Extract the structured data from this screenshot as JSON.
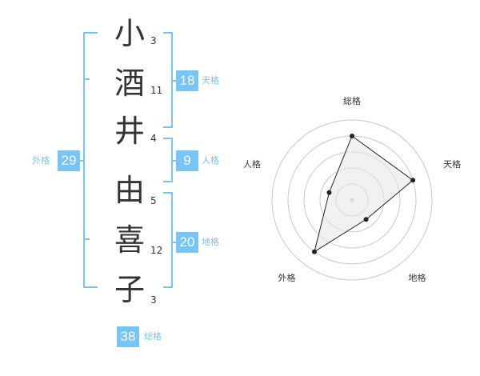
{
  "name": {
    "characters": [
      {
        "char": "小",
        "strokes": "3"
      },
      {
        "char": "酒",
        "strokes": "11"
      },
      {
        "char": "井",
        "strokes": "4"
      },
      {
        "char": "由",
        "strokes": "5"
      },
      {
        "char": "喜",
        "strokes": "12"
      },
      {
        "char": "子",
        "strokes": "3"
      }
    ]
  },
  "fortunes": {
    "tenkaku": {
      "value": "18",
      "label": "天格"
    },
    "jinkaku": {
      "value": "9",
      "label": "人格"
    },
    "chikaku": {
      "value": "20",
      "label": "地格"
    },
    "gaikaku": {
      "value": "29",
      "label": "外格"
    },
    "soukaku": {
      "value": "38",
      "label": "総格"
    }
  },
  "chart_data": {
    "type": "radar",
    "axes": [
      "総格",
      "天格",
      "地格",
      "外格",
      "人格"
    ],
    "values": [
      4,
      4,
      1.5,
      4,
      1.5
    ],
    "max": 5,
    "accent": "#78c4f4"
  }
}
